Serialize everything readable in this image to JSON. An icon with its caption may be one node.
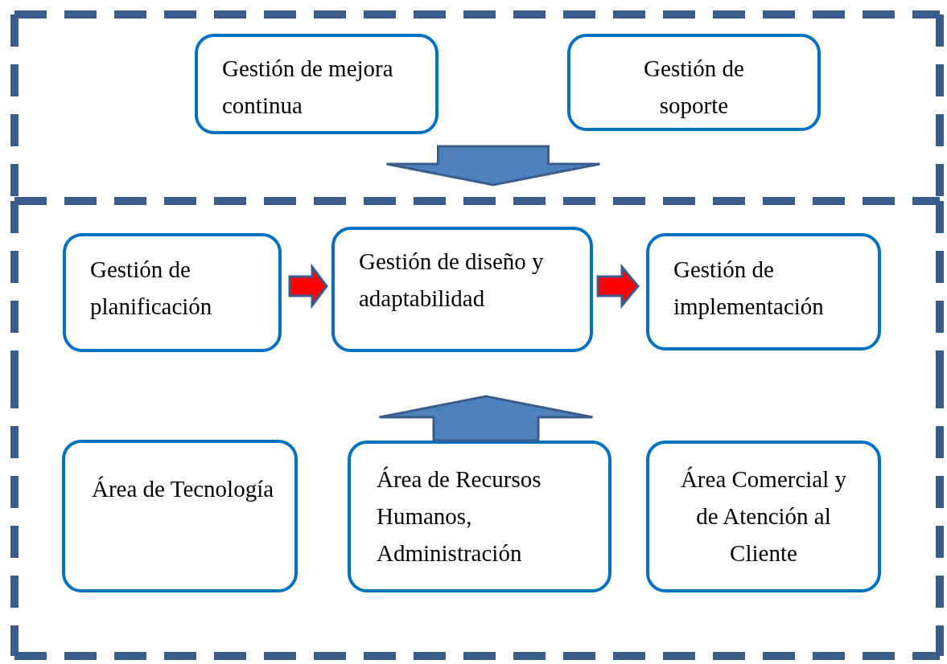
{
  "diagram": {
    "nodes": [
      {
        "text": [],
        "shape": "box"
      },
      {
        "text": [
          "Gestión de mejora continua"
        ],
        "in": 0
      },
      {
        "text": [
          "Gestión de soporte"
        ],
        "in": 0
      },
      {
        "text": [],
        "shape": "box"
      },
      {
        "text": [
          "Gestión de planificación"
        ],
        "in": 3
      },
      {
        "text": [
          "Gestión de diseño y adaptabilidad"
        ],
        "in": 3
      },
      {
        "text": [
          "Gestión de implementación"
        ],
        "in": 3
      },
      {
        "text": [],
        "shape": "box"
      },
      {
        "text": [
          "Área de Tecnología"
        ],
        "in": 7
      },
      {
        "text": [
          "Área de Recursos Humanos, Administración"
        ],
        "in": 7
      },
      {
        "text": [
          "Área Comercial y de Atención al Cliente"
        ],
        "in": 7
      }
    ],
    "edges": [
      {
        "from": 0,
        "to": 3,
        "arrow": "to",
        "color": "#4f81bd"
      },
      {
        "from": 7,
        "to": 3,
        "arrow": "to",
        "color": "#4f81bd"
      },
      {
        "from": 4,
        "to": 5,
        "arrow": "to",
        "color": "#ff0000"
      },
      {
        "from": 5,
        "to": 6,
        "arrow": "to",
        "color": "#ff0000"
      }
    ]
  }
}
